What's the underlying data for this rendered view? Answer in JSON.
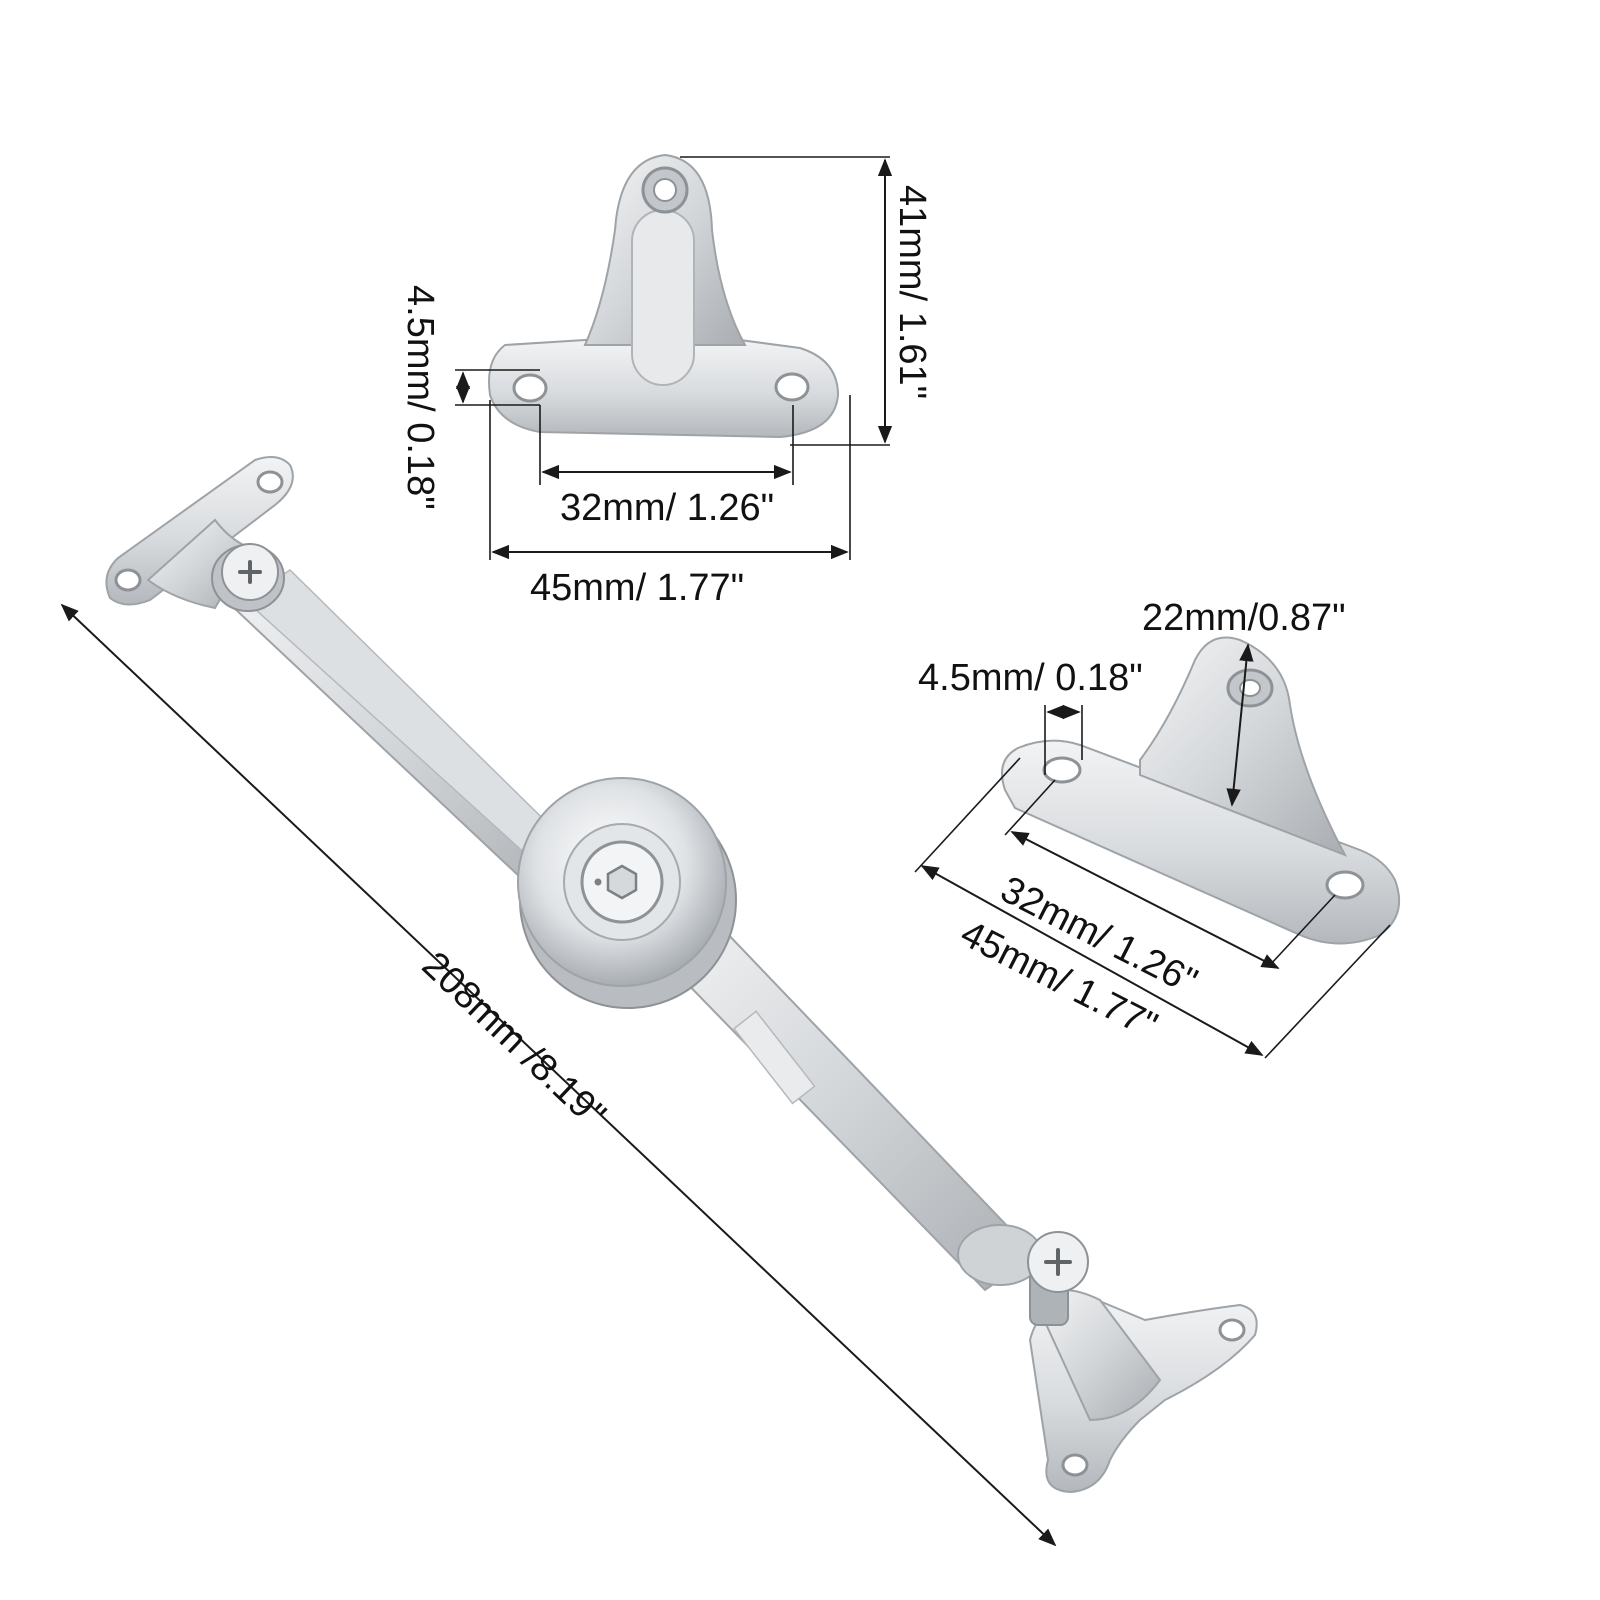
{
  "colors": {
    "background": "#ffffff",
    "dimension_line": "#1a1a1a",
    "metal_light": "#eceef0",
    "metal_mid": "#c9cdd1",
    "metal_dark": "#8d9296"
  },
  "icons": {
    "stay_hinge": "lid-stay-hinge-icon",
    "bracket_front": "mounting-bracket-front-icon",
    "bracket_angled": "mounting-bracket-angled-icon",
    "screw": "phillips-screw-icon",
    "hex_bolt": "hex-bolt-icon"
  },
  "dimensions": {
    "overall_length": "208mm /8.19\"",
    "front_bracket": {
      "height": "41mm/ 1.61\"",
      "hole_diameter": "4.5mm/ 0.18\"",
      "hole_spacing": "32mm/ 1.26\"",
      "base_width": "45mm/ 1.77\""
    },
    "angled_bracket": {
      "hole_height": "22mm/0.87\"",
      "hole_diameter": "4.5mm/ 0.18\"",
      "hole_spacing": "32mm/ 1.26\"",
      "base_width": "45mm/ 1.77\""
    }
  }
}
